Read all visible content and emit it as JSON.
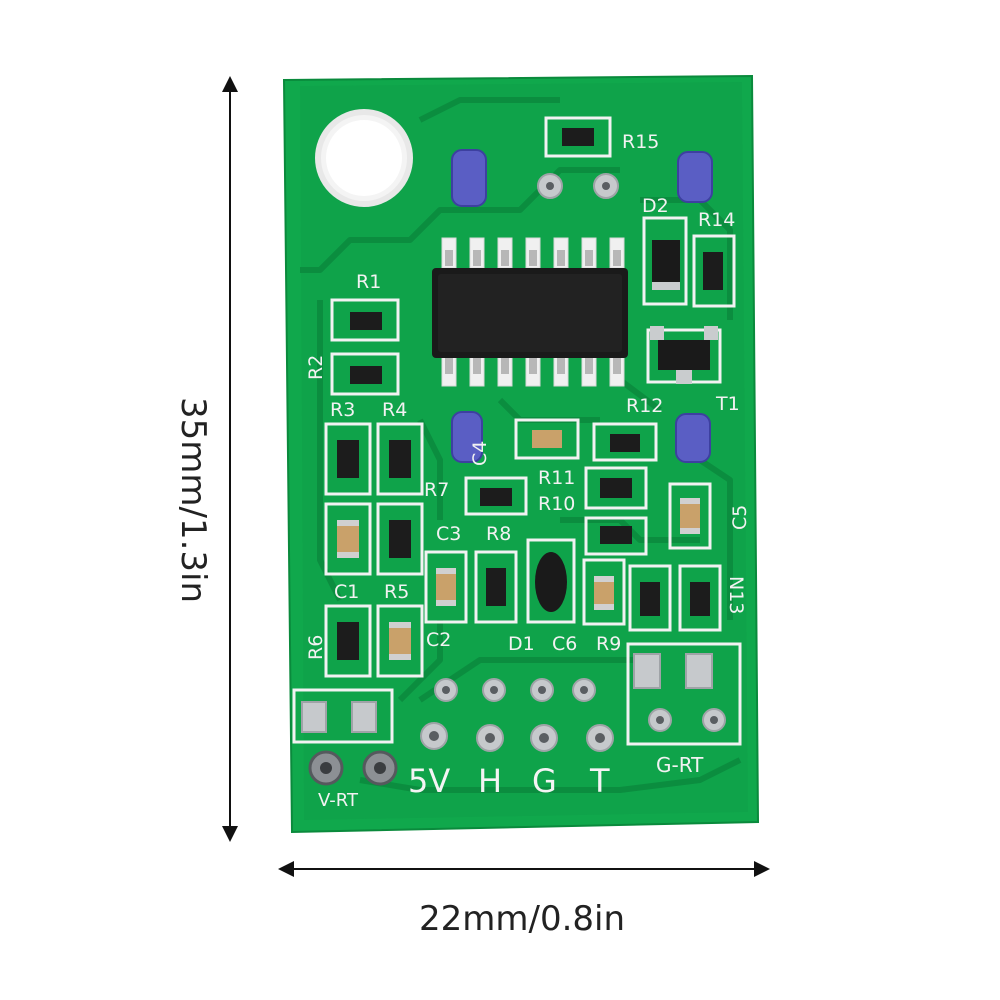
{
  "dimensions": {
    "height_label": "35mm/1.3in",
    "width_label": "22mm/0.8in"
  },
  "board": {
    "silkscreen": {
      "R15": "R15",
      "D2": "D2",
      "R14": "R14",
      "R1": "R1",
      "R2": "R2",
      "R3": "R3",
      "R4": "R4",
      "R12": "R12",
      "T1": "T1",
      "C4": "C4",
      "R11": "R11",
      "R10": "R10",
      "R7": "R7",
      "C5": "C5",
      "C3": "C3",
      "R8": "R8",
      "C1": "C1",
      "R5": "R5",
      "N13": "N13",
      "R6": "R6",
      "C2": "C2",
      "D1": "D1",
      "C6": "C6",
      "R9": "R9"
    },
    "pins": {
      "p5v": "5V",
      "h": "H",
      "g": "G",
      "t": "T"
    },
    "connectors": {
      "g_rt": "G-RT",
      "v_rt": "V-RT"
    }
  },
  "colors": {
    "pcb_green": "#0fa34a",
    "trace_green": "#0c9040",
    "silk_white": "#f2f2f2",
    "ic_black": "#1a1a1a",
    "pad_silver": "#c9ccce",
    "capacitor_tan": "#c9a16a",
    "electrolytic_blue": "#5a5ec4"
  }
}
